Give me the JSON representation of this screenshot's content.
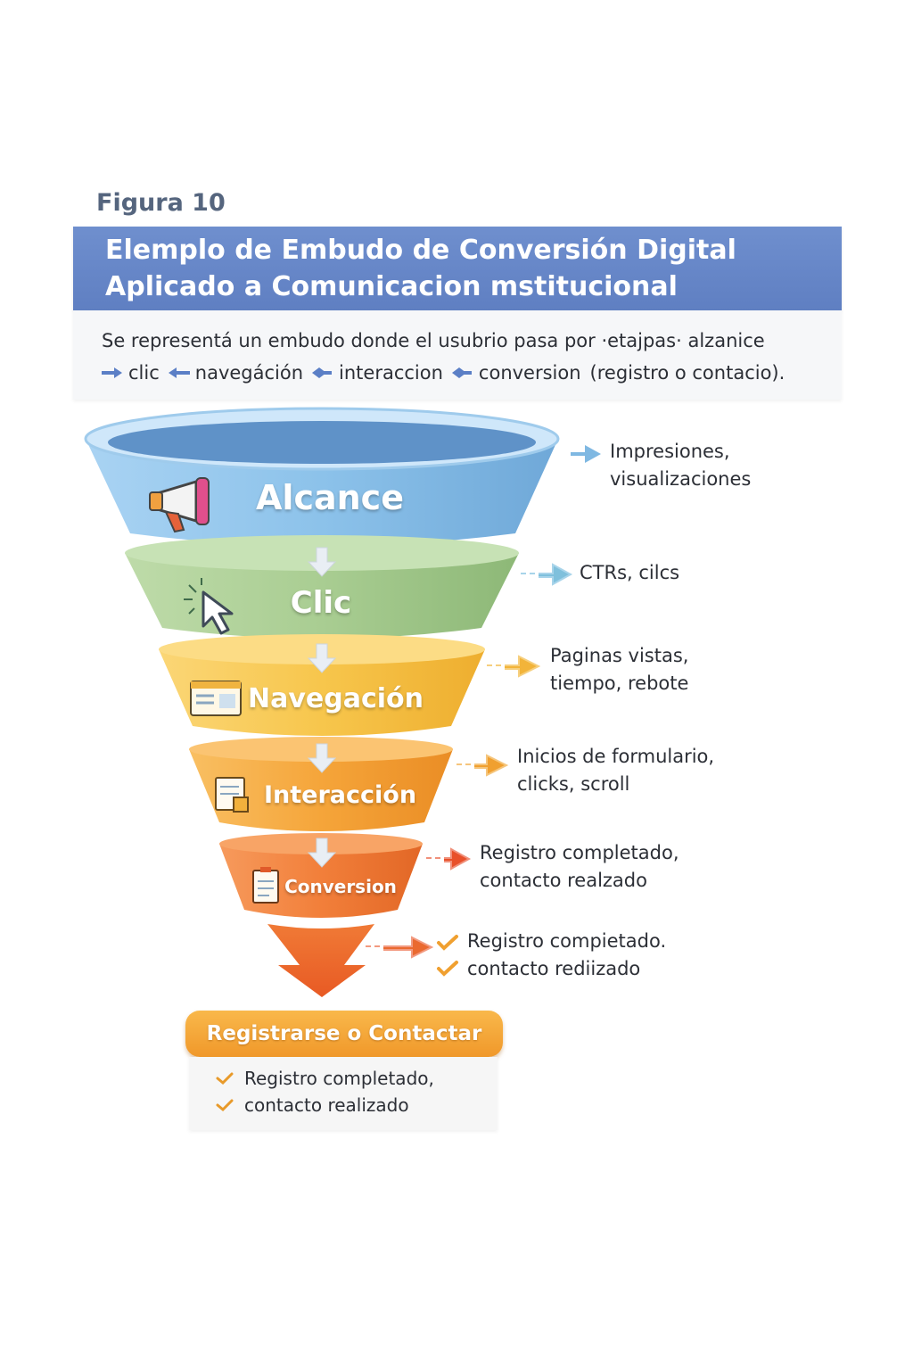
{
  "figure_label": "Figura 10",
  "title": {
    "line1": "Elemplo de Embudo de Conversión Digital",
    "line2": "Aplicado a Comunicacion mstitucional"
  },
  "description": {
    "line1": "Se representá un embudo donde el usubrio pasa por ·etajpas·   alzanice",
    "steps": [
      "clic",
      "navegáción",
      "interaccion",
      "conversion"
    ],
    "suffix": "(registro o contacio)."
  },
  "stages": [
    {
      "label": "Alcance",
      "icon": "megaphone-icon",
      "color": "#8cc2ea",
      "metric_lines": [
        "Impresiones,",
        "visualizaciones"
      ],
      "arrow_color": "#7fb8e2"
    },
    {
      "label": "Clic",
      "icon": "cursor-click-icon",
      "color": "#a9cd92",
      "metric_lines": [
        "CTRs, cilcs"
      ],
      "arrow_color": "#7fc0dc"
    },
    {
      "label": "Navegación",
      "icon": "browser-window-icon",
      "color": "#f7c64c",
      "metric_lines": [
        "Paginas vistas,",
        "tiempo, rebote"
      ],
      "arrow_color": "#f2b43a"
    },
    {
      "label": "Interacción",
      "icon": "form-document-icon",
      "color": "#f5a53a",
      "metric_lines": [
        "Inicios de formulario,",
        "clicks, scroll"
      ],
      "arrow_color": "#f0a030"
    },
    {
      "label": "Conversion",
      "icon": "registration-form-icon",
      "color": "#f27f3a",
      "metric_lines": [
        "Registro completado,",
        "contacto realzado"
      ],
      "arrow_color": "#e8502a"
    }
  ],
  "tip_metric_lines": [
    "Registro compietado.",
    "contacto rediizado"
  ],
  "cta": {
    "label": "Registrarse o Contactar",
    "results": [
      "Registro completado,",
      "contacto realizado"
    ]
  },
  "colors": {
    "title_bar": "#6583c4",
    "tip": "#ec6a2c",
    "check": "#e89a2a"
  }
}
